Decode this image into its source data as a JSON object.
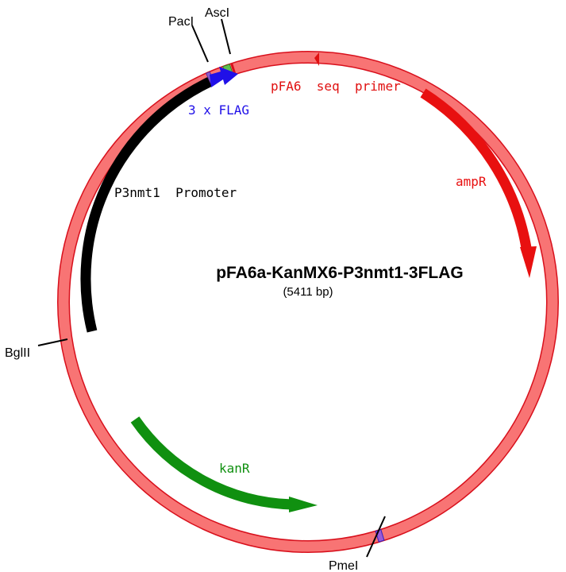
{
  "plasmid": {
    "name": "pFA6a-KanMX6-P3nmt1-3FLAG",
    "size_label": "(5411 bp)",
    "backbone_color": "#f87474",
    "backbone_stroke": "#d8101c"
  },
  "sites": {
    "pacI": "PacI",
    "ascI": "AscI",
    "bglII": "BglII",
    "pmeI": "PmeI"
  },
  "features": {
    "flag": {
      "label": "3 x FLAG",
      "color": "#2010e8"
    },
    "pfa6_primer": {
      "label": "pFA6  seq  primer",
      "color": "#e01010"
    },
    "ampR": {
      "label": "ampR",
      "color": "#e81010"
    },
    "p3nmt1": {
      "label": "P3nmt1  Promoter",
      "color": "#000000"
    },
    "kanR": {
      "label": "kanR",
      "color": "#109010"
    }
  }
}
